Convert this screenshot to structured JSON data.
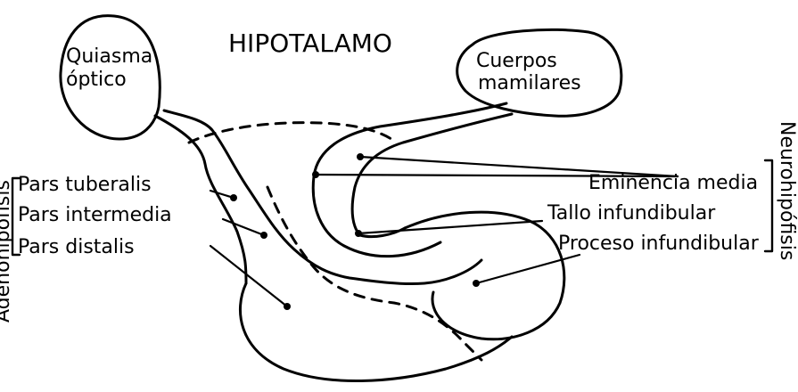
{
  "title": "HIPOTALAMO",
  "labels": {
    "quiasma_line1": "Quiasma",
    "quiasma_line2": "óptico",
    "cuerpos_line1": "Cuerpos",
    "cuerpos_line2": "mamilares",
    "pars_tuberalis": "Pars tuberalis",
    "pars_intermedia": "Pars intermedia",
    "pars_distalis": "Pars distalis",
    "eminencia_media": "Eminencia media",
    "tallo_infundibular": "Tallo infundibular",
    "proceso_infundibular": "Proceso infundibular"
  },
  "groups": {
    "adenohipofisis": "Adenohipófisis",
    "neurohipofisis": "Neurohipófisis"
  }
}
